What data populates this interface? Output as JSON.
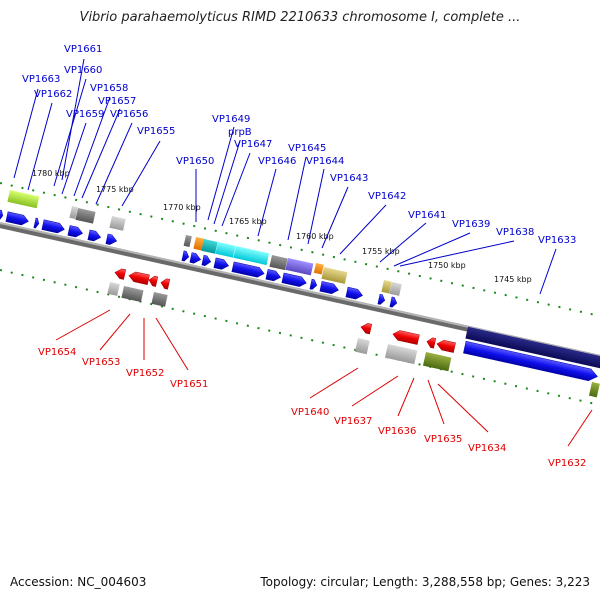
{
  "title": "Vibrio parahaemolyticus RIMD 2210633 chromosome I, complete ...",
  "footer": {
    "accession": "Accession: NC_004603",
    "topology": "Topology: circular; Length: 3,288,558 bp; Genes: 3,223"
  },
  "colors": {
    "forward_label": "#0000cc",
    "reverse_label": "#dd0000",
    "tick_green": "#1a8a1a",
    "axis": "#808080"
  },
  "scale_ticks": [
    "1780 kbp",
    "1775 kbp",
    "1770 kbp",
    "1765 kbp",
    "1760 kbp",
    "1755 kbp",
    "1750 kbp",
    "1745 kbp"
  ],
  "forward_labels": [
    "VP1661",
    "VP1663",
    "VP1660",
    "VP1662",
    "VP1658",
    "VP1657",
    "VP1659",
    "VP1656",
    "VP1655",
    "VP1649",
    "prpB",
    "VP1647",
    "VP1650",
    "VP1645",
    "VP1646",
    "VP1644",
    "VP1643",
    "VP1642",
    "VP1641",
    "VP1639",
    "VP1638",
    "VP1633"
  ],
  "reverse_labels": [
    "VP1654",
    "VP1653",
    "VP1652",
    "VP1651",
    "VP1640",
    "VP1637",
    "VP1636",
    "VP1635",
    "VP1634",
    "VP1632"
  ]
}
